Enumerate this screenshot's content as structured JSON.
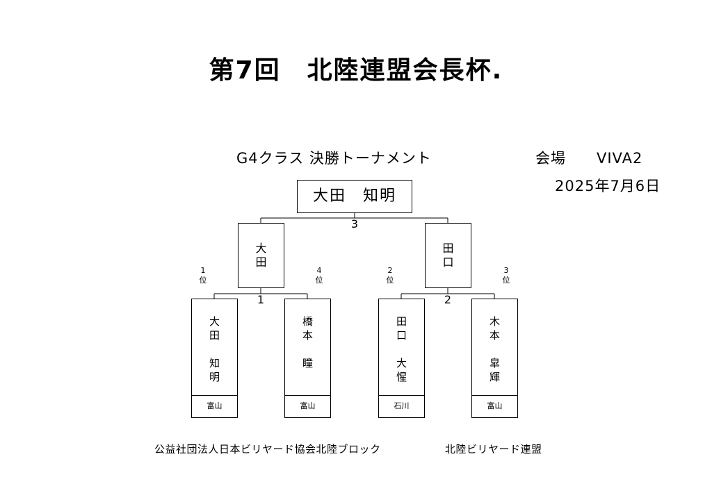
{
  "header": {
    "title": "第7回　北陸連盟会長杯.",
    "subtitle": "G4クラス 決勝トーナメント",
    "venue": "会場　　VIVA2",
    "date": "2025年7月6日"
  },
  "bracket": {
    "winner": "大田　知明",
    "final_score": "3",
    "semifinals": [
      {
        "name": "大田",
        "score": "1"
      },
      {
        "name": "田口",
        "score": "2"
      }
    ],
    "players": [
      {
        "rank": "1位",
        "name": "大田知明",
        "prefecture": "富山"
      },
      {
        "rank": "4位",
        "name": "橋本瞳",
        "prefecture": "富山"
      },
      {
        "rank": "2位",
        "name": "田口大惺",
        "prefecture": "石川"
      },
      {
        "rank": "3位",
        "name": "木本皐輝",
        "prefecture": "富山"
      }
    ]
  },
  "footer": {
    "organizer": "公益社団法人日本ビリヤード協会北陸ブロック",
    "league": "北陸ビリヤード連盟"
  }
}
